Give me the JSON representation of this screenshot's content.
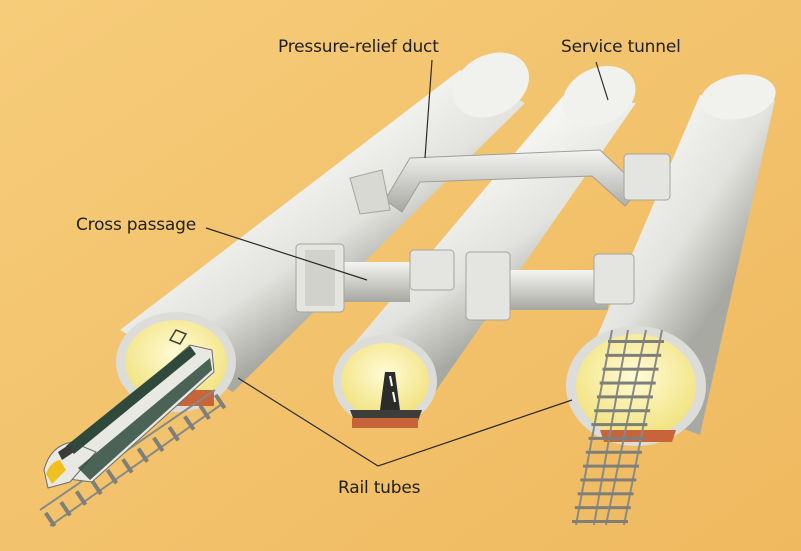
{
  "labels": {
    "pressure_relief_duct": "Pressure-relief duct",
    "service_tunnel": "Service tunnel",
    "cross_passage": "Cross passage",
    "rail_tubes": "Rail tubes"
  },
  "colors": {
    "background": "#f3c46e",
    "tunnel": "#ececea",
    "tunnel_shadow": "#b9b9b5",
    "tunnel_inside": "#fbf3b8",
    "brick": "#c8643a",
    "train_body": "#e9e9e4",
    "train_accent": "#2f4a3d",
    "train_nose": "#f0c020",
    "track": "#8a8a85"
  },
  "icons": {
    "train": "eurostar-train-icon"
  }
}
